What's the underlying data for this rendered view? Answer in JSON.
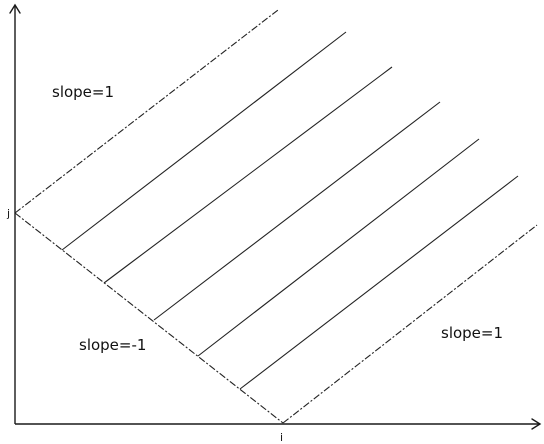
{
  "axes": {
    "x_label": "i",
    "y_label": "j"
  },
  "labels": {
    "top_left": "slope=1",
    "middle": "slope=-1",
    "right": "slope=1"
  }
}
